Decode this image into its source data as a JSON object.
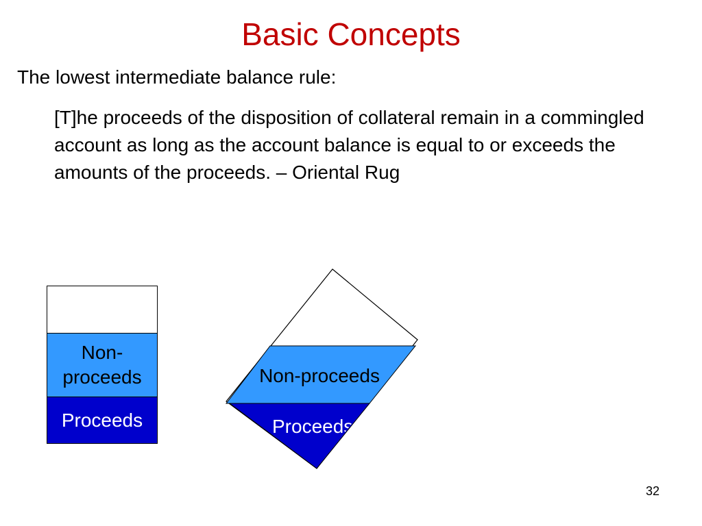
{
  "slide": {
    "title": "Basic Concepts",
    "rule_heading": "The lowest intermediate balance rule:",
    "quote": "[T]he proceeds of the disposition of collateral remain in a commingled account as long as the account balance is equal to or exceeds the amounts of the proceeds. – Oriental Rug",
    "page_number": "32"
  },
  "upright_account": {
    "nonproceeds_label_line1": "Non-",
    "nonproceeds_label_line2": "proceeds",
    "proceeds_label": "Proceeds"
  },
  "tilted_account": {
    "nonproceeds_label": "Non-proceeds",
    "proceeds_label": "Proceeds"
  },
  "colors": {
    "title": "#c00000",
    "nonproceeds_fill": "#3399ff",
    "proceeds_fill": "#0000cc",
    "outline": "#000000"
  }
}
